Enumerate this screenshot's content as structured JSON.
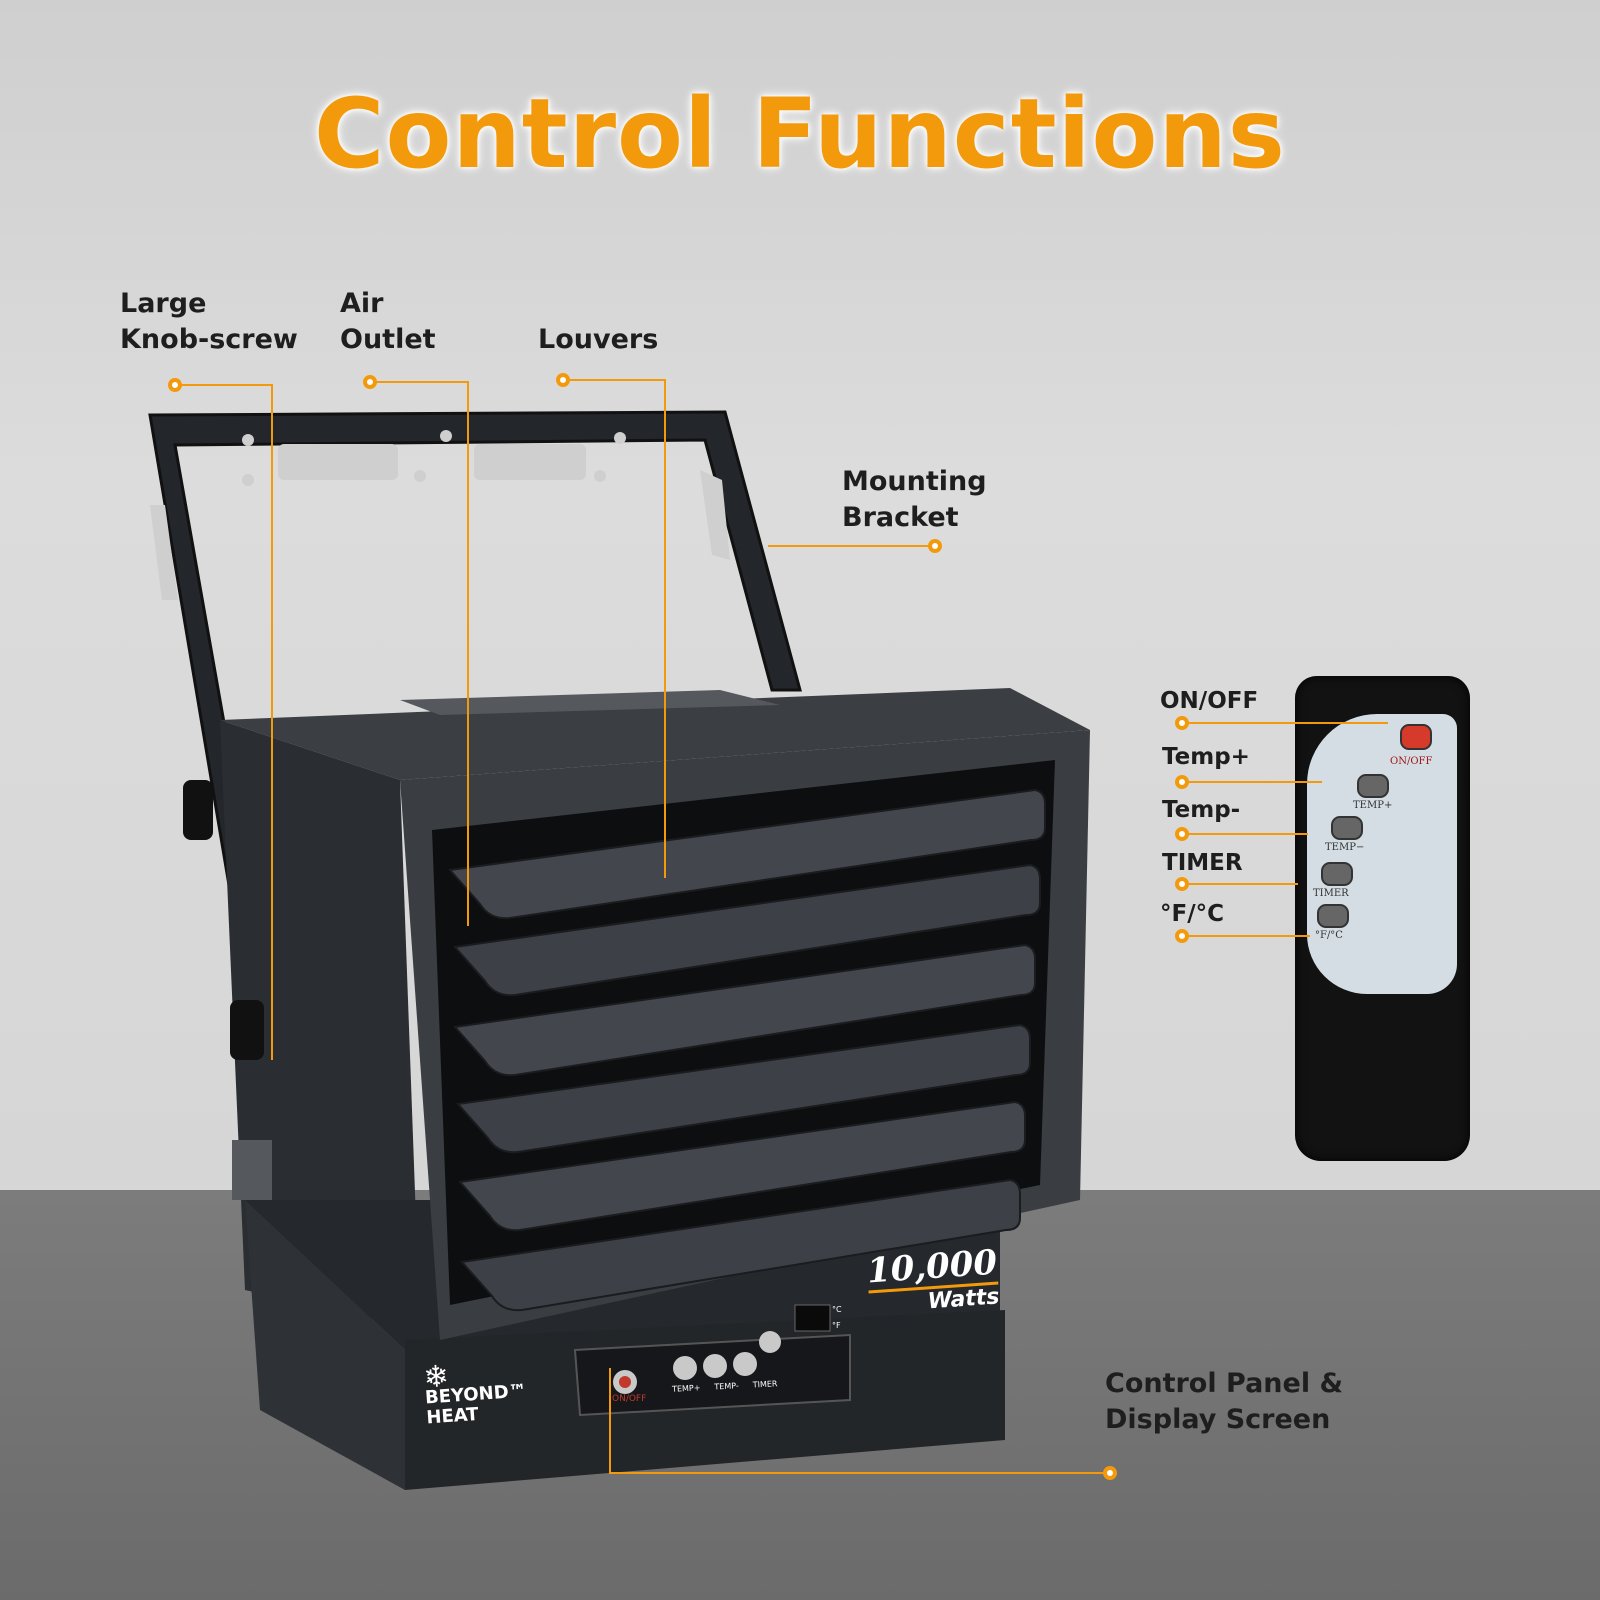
{
  "title": "Control Functions",
  "colors": {
    "accent": "#f39a0c",
    "label": "#1e1e1e",
    "heater": "#2c2f33",
    "remote": "#111111"
  },
  "callouts": {
    "knob_screw": [
      "Large",
      "Knob-screw"
    ],
    "air_outlet": [
      "Air",
      "Outlet"
    ],
    "louvers": [
      "Louvers"
    ],
    "mounting_bracket": [
      "Mounting",
      "Bracket"
    ],
    "control_panel": [
      "Control Panel &",
      "Display Screen"
    ]
  },
  "remote_labels": [
    "ON/OFF",
    "Temp+",
    "Temp-",
    "TIMER",
    "°F/°C"
  ],
  "remote_buttons": [
    "ON/OFF",
    "TEMP+",
    "TEMP−",
    "TIMER",
    "°F/°C"
  ],
  "heater": {
    "brand_line1": "BEYOND™",
    "brand_line2": "HEAT",
    "wattage": "10,000",
    "wattage_unit": "Watts",
    "panel_buttons": [
      "TEMP+",
      "TEMP-",
      "TIMER"
    ],
    "panel_onoff": "ON/OFF",
    "display_units": [
      "°C",
      "°F"
    ]
  }
}
